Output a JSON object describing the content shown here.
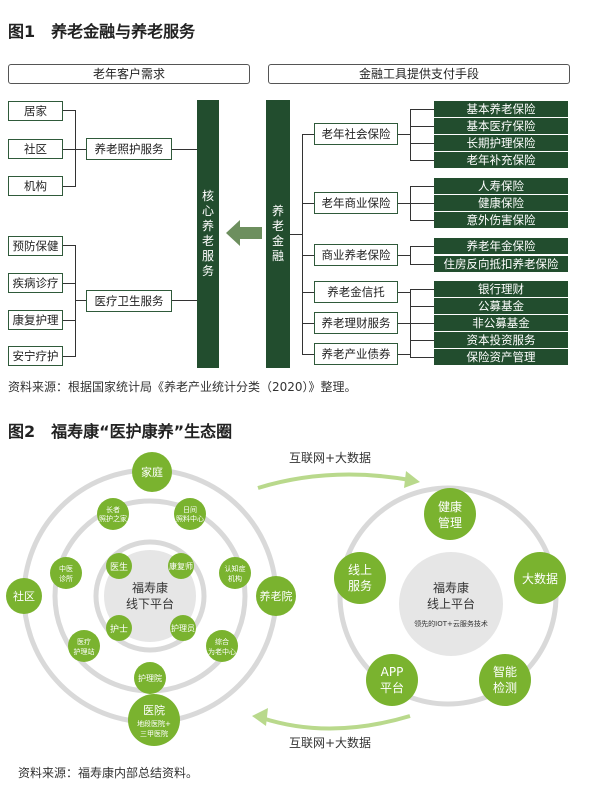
{
  "fig1": {
    "title": "图1　养老金融与养老服务",
    "left_header": "老年客户需求",
    "right_header": "金融工具提供支付手段",
    "left_items": [
      "居家",
      "社区",
      "机构",
      "预防保健",
      "疾病诊疗",
      "康复护理",
      "安宁疗护"
    ],
    "mid_left": [
      "养老照护服务",
      "医疗卫生服务"
    ],
    "core_label": "核心养老服务",
    "finance_label": "养老金融",
    "mid_right": [
      "老年社会保险",
      "老年商业保险",
      "商业养老保险",
      "养老金信托",
      "养老理财服务",
      "养老产业债券"
    ],
    "right_items": [
      "基本养老保险",
      "基本医疗保险",
      "长期护理保险",
      "老年补充保险",
      "人寿保险",
      "健康保险",
      "意外伤害保险",
      "养老年金保险",
      "住房反向抵扣养老保险",
      "银行理财",
      "公募基金",
      "非公募基金",
      "资本投资服务",
      "保险资产管理"
    ],
    "source": "资料来源：根据国家统计局《养老产业统计分类（2020）》整理。"
  },
  "fig2": {
    "title": "图2　福寿康“医护康养”生态圈",
    "left_center": [
      "福寿康",
      "线下平台"
    ],
    "outer_nodes": [
      "家庭",
      "社区",
      "养老院"
    ],
    "hospital": [
      "医院",
      "地段医院+",
      "三甲医院"
    ],
    "middle_nodes": [
      [
        "长者",
        "照护之家"
      ],
      [
        "日间",
        "照料中心"
      ],
      [
        "中医",
        "诊所"
      ],
      [
        "认知症",
        "机构"
      ],
      [
        "医疗",
        "护理站"
      ],
      [
        "综合",
        "为老中心"
      ],
      [
        "护理院"
      ]
    ],
    "inner_nodes": [
      "医生",
      "康复师",
      "护士",
      "护理员"
    ],
    "top_arrow": "互联网+大数据",
    "bottom_arrow": "互联网+大数据",
    "right_center": [
      "福寿康",
      "线上平台"
    ],
    "right_center_sub": "领先的IOT+云服务技术",
    "right_nodes": [
      [
        "健康",
        "管理"
      ],
      [
        "大数据"
      ],
      [
        "智能",
        "检测"
      ],
      [
        "APP",
        "平台"
      ],
      [
        "线上",
        "服务"
      ]
    ],
    "source": "资料来源：福寿康内部总结资料。"
  },
  "colors": {
    "dark_green": "#224d2e",
    "light_green": "#7ab32f",
    "gray": "#d9d9d9"
  }
}
